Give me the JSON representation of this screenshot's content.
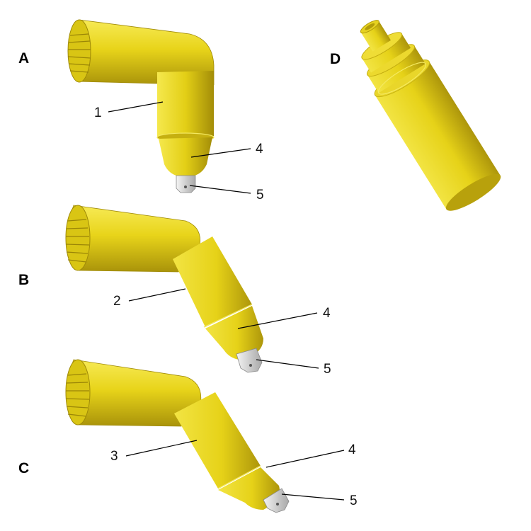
{
  "panels": {
    "a": {
      "label": "A"
    },
    "b": {
      "label": "B"
    },
    "c": {
      "label": "C"
    },
    "d": {
      "label": "D"
    }
  },
  "callouts": {
    "a_part1": "1",
    "a_part4": "4",
    "a_part5": "5",
    "b_part2": "2",
    "b_part4": "4",
    "b_part5": "5",
    "c_part3": "3",
    "c_part4": "4",
    "c_part5": "5"
  },
  "colors": {
    "body": "#e8d41a",
    "body_light": "#f7ea55",
    "body_dark": "#a9930a",
    "tip": "#d6d6d6"
  }
}
